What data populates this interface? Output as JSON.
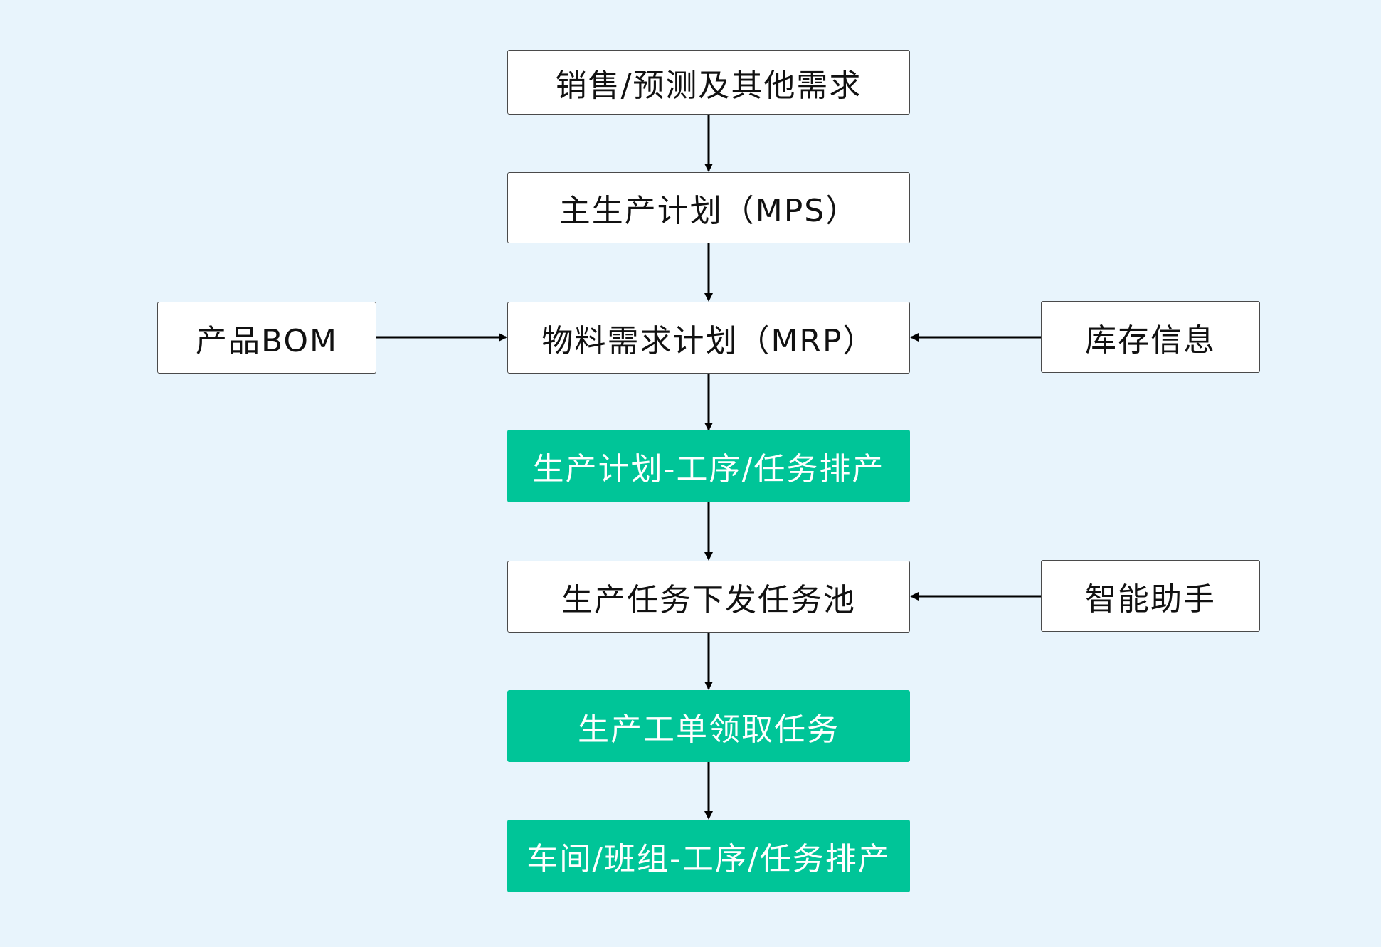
{
  "diagram": {
    "nodes": {
      "sales": "销售/预测及其他需求",
      "mps": "主生产计划（MPS）",
      "bom": "产品BOM",
      "mrp": "物料需求计划（MRP）",
      "inventory": "库存信息",
      "schedule": "生产计划-工序/任务排产",
      "task_pool": "生产任务下发任务池",
      "assistant": "智能助手",
      "work_order": "生产工单领取任务",
      "workshop": "车间/班组-工序/任务排产"
    },
    "colors": {
      "background": "#E8F4FC",
      "highlight": "#00C598",
      "box": "#FFFFFF",
      "border": "#4A4A4A",
      "arrow": "#000000"
    }
  }
}
